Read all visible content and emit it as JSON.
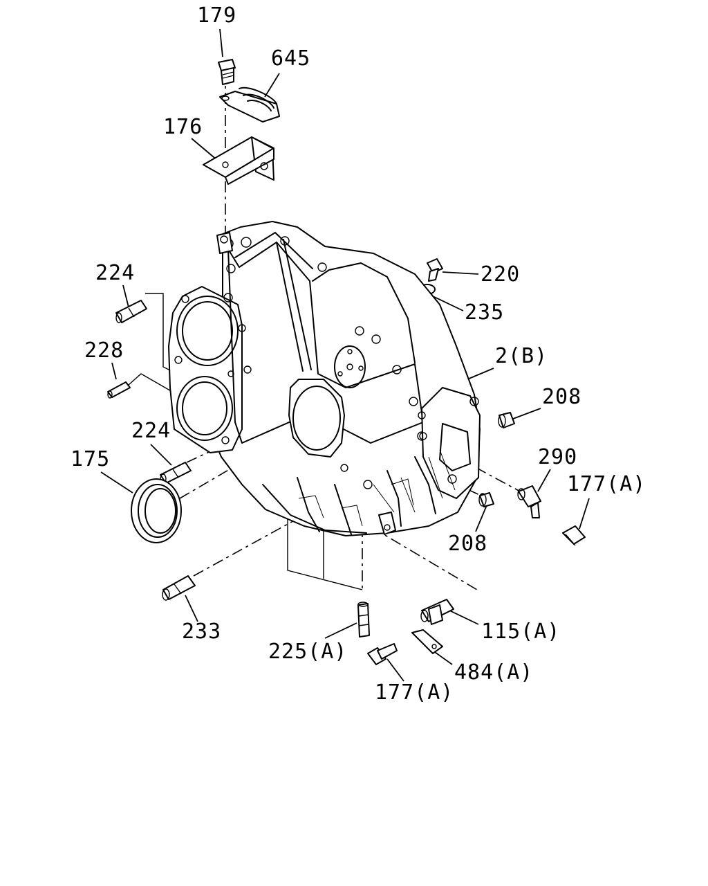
{
  "callouts": {
    "p179": "179",
    "p645": "645",
    "p176": "176",
    "p220": "220",
    "p235": "235",
    "p224_top": "224",
    "p228": "228",
    "p2b": "2(B)",
    "p208_right": "208",
    "p224_mid": "224",
    "p175": "175",
    "p290": "290",
    "p177a_right": "177(A)",
    "p208_lower": "208",
    "p233": "233",
    "p115a": "115(A)",
    "p225a": "225(A)",
    "p484a": "484(A)",
    "p177a_bottom": "177(A)"
  }
}
